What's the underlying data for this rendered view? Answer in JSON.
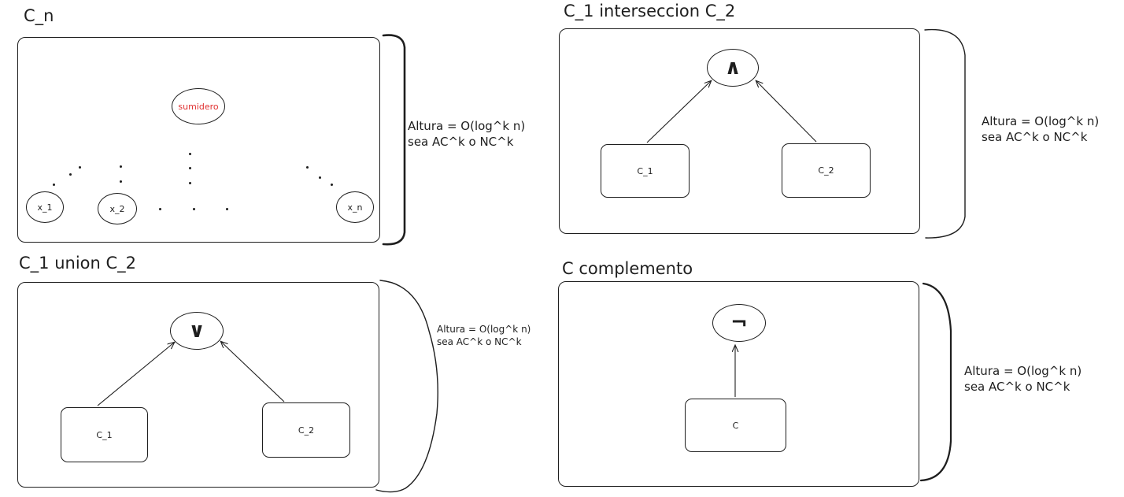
{
  "panels": {
    "cn": {
      "title": "C_n",
      "sink_label": "sumidero",
      "inputs": [
        "x_1",
        "x_2",
        "x_n"
      ],
      "note_line1": "Altura = O(log^k n)",
      "note_line2": "sea AC^k o NC^k"
    },
    "intersection": {
      "title": "C_1 interseccion C_2",
      "operator": "∧",
      "left_child": "C_1",
      "right_child": "C_2",
      "note_line1": "Altura = O(log^k n)",
      "note_line2": "sea AC^k o NC^k"
    },
    "union": {
      "title": "C_1 union C_2",
      "operator": "∨",
      "left_child": "C_1",
      "right_child": "C_2",
      "note_line1": "Altura = O(log^k n)",
      "note_line2": "sea AC^k o NC^k"
    },
    "complement": {
      "title": "C complemento",
      "operator": "¬",
      "child": "C",
      "note_line1": "Altura = O(log^k n)",
      "note_line2": "sea AC^k o NC^k"
    }
  },
  "colors": {
    "stroke": "#1e1e1e",
    "sink_text": "#e03131"
  }
}
